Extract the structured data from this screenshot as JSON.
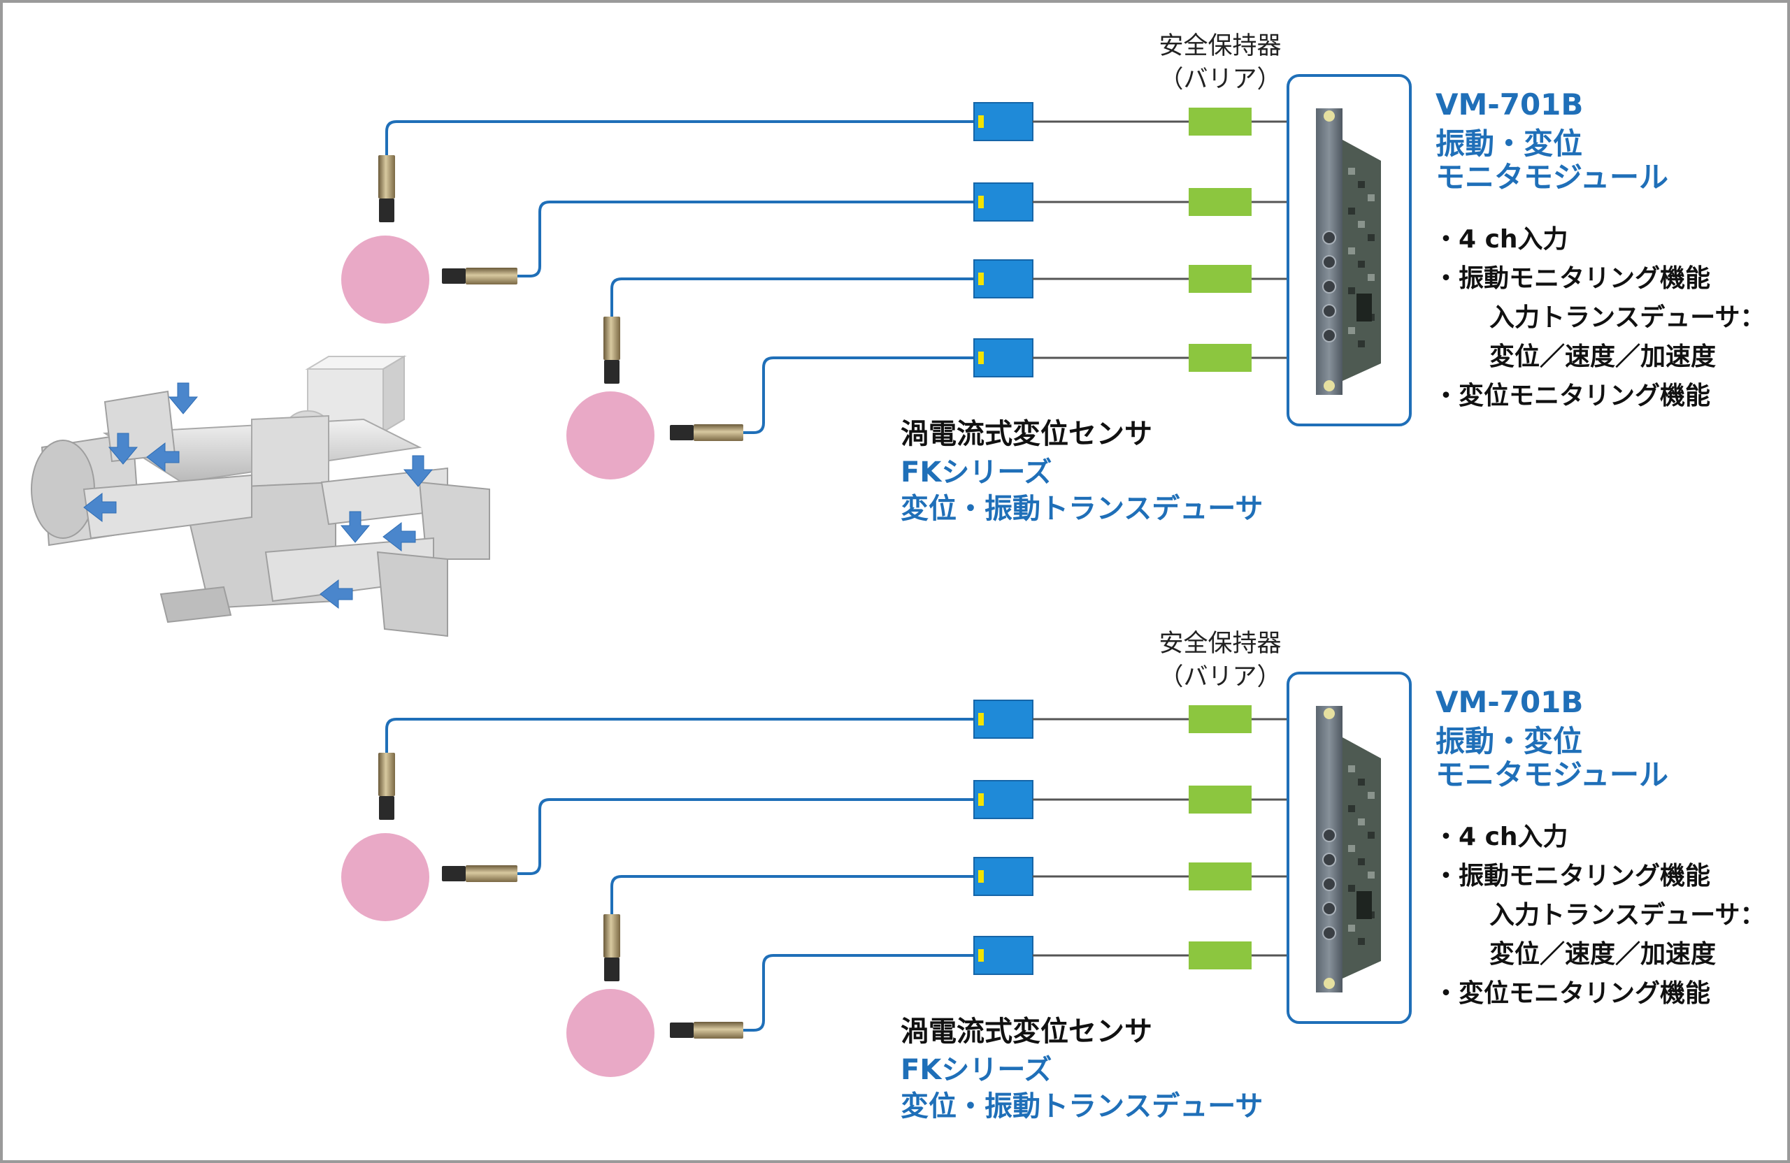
{
  "systems": [
    {
      "barrier_label_line1": "安全保持器",
      "barrier_label_line2": "（バリア）",
      "sensor_title": "渦電流式変位センサ",
      "transducer_series": "FKシリーズ",
      "transducer_desc": "変位・振動トランスデューサ",
      "module": {
        "model": "VM-701B",
        "name_line1": "振動・変位",
        "name_line2": "モニタモジュール",
        "specs": [
          "・4 ch入力",
          "・振動モニタリング機能",
          "入力トランスデューサ：",
          "変位／速度／加速度",
          "・変位モニタリング機能"
        ]
      }
    },
    {
      "barrier_label_line1": "安全保持器",
      "barrier_label_line2": "（バリア）",
      "sensor_title": "渦電流式変位センサ",
      "transducer_series": "FKシリーズ",
      "transducer_desc": "変位・振動トランスデューサ",
      "module": {
        "model": "VM-701B",
        "name_line1": "振動・変位",
        "name_line2": "モニタモジュール",
        "specs": [
          "・4 ch入力",
          "・振動モニタリング機能",
          "入力トランスデューサ：",
          "変位／速度／加速度",
          "・変位モニタリング機能"
        ]
      }
    }
  ],
  "colors": {
    "cable_blue": "#1f6fb8",
    "transducer_blue": "#1f8ad8",
    "barrier_green": "#8cc63f",
    "shaft_pink": "#e9a9c6",
    "module_frame": "#1f6fb8",
    "indicator_yellow": "#f4e300",
    "arrow_blue": "#4a86cc"
  }
}
